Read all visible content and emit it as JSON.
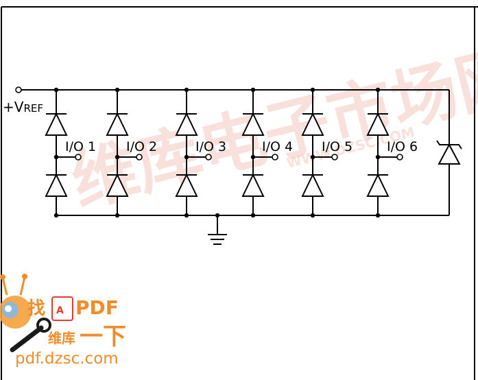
{
  "supply": {
    "plus": "+",
    "v": "V",
    "ref": "REF"
  },
  "io_labels": [
    "I/O 1",
    "I/O 2",
    "I/O 3",
    "I/O 4",
    "I/O 5",
    "I/O 6"
  ],
  "watermark": {
    "background_text": "维库电子市场网",
    "background_url": "WWW.DZSC.COM",
    "logo_zh_1": "找",
    "logo_pdf": "PDF",
    "logo_zh_2": "维库",
    "logo_zh_3": "一下",
    "logo_url": "pdf.dzsc.com",
    "colors": {
      "wire": "#000000",
      "watermark_light": "#f3c9c1",
      "logo_orange": "#f08c2a"
    }
  }
}
